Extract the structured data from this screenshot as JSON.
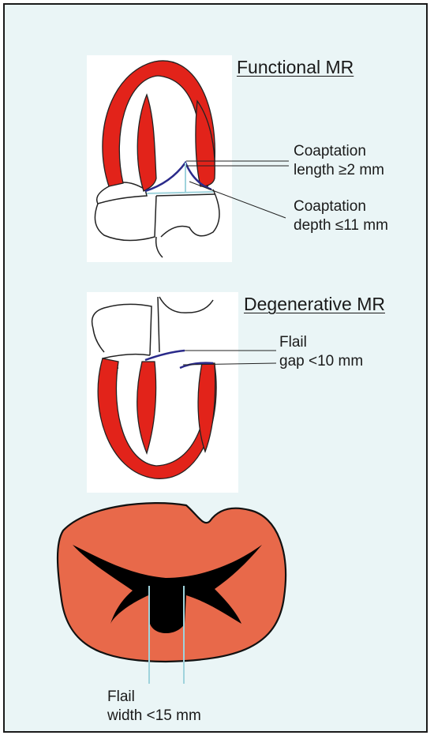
{
  "functional": {
    "title": "Functional MR",
    "coaptation_length": [
      "Coaptation",
      "length ≥2 mm"
    ],
    "coaptation_depth": [
      "Coaptation",
      "depth ≤11 mm"
    ]
  },
  "degenerative": {
    "title": "Degenerative MR",
    "flail_gap": [
      "Flail",
      "gap <10 mm"
    ]
  },
  "short_axis": {
    "flail_width": [
      "Flail",
      "width <15 mm"
    ]
  },
  "colors": {
    "myocardium": "#e2231a",
    "valve_short_axis": "#e8694a",
    "leaflet": "#2a2a8a",
    "measure_line": "#9fd3dc",
    "background": "#eaf5f6"
  }
}
